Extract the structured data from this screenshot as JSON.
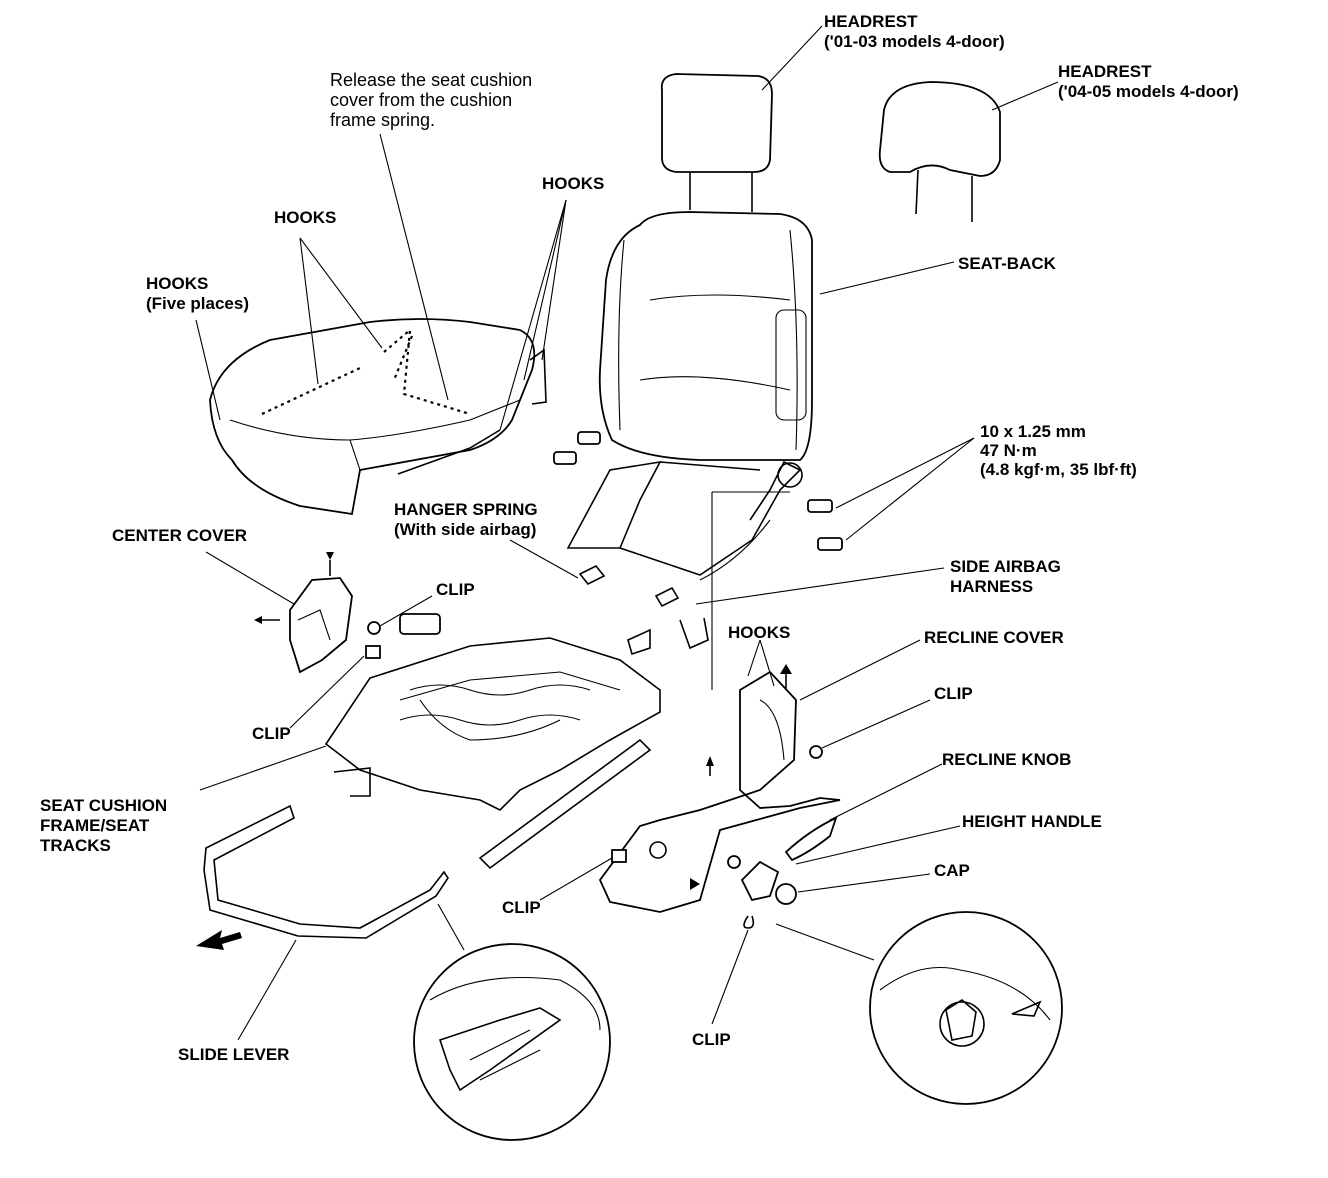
{
  "labels": {
    "headrest_a": "HEADREST",
    "headrest_a_note": "('01-03 models 4-door)",
    "headrest_b": "HEADREST",
    "headrest_b_note": "('04-05 models 4-door)",
    "release_note_1": "Release the seat cushion",
    "release_note_2": "cover from the cushion",
    "release_note_3": "frame spring.",
    "hooks_top": "HOOKS",
    "hooks_mid": "HOOKS",
    "hooks_left": "HOOKS",
    "hooks_left_note": "(Five places)",
    "seat_back": "SEAT-BACK",
    "bolt_spec_1": "10 x 1.25 mm",
    "bolt_spec_2": "47 N·m",
    "bolt_spec_3": "(4.8 kgf·m, 35 lbf·ft)",
    "hanger_spring": "HANGER SPRING",
    "hanger_spring_note": "(With side airbag)",
    "side_airbag_harness_1": "SIDE AIRBAG",
    "side_airbag_harness_2": "HARNESS",
    "center_cover": "CENTER COVER",
    "clip_1": "CLIP",
    "clip_2": "CLIP",
    "clip_3": "CLIP",
    "clip_4": "CLIP",
    "clip_5": "CLIP",
    "hooks_recline": "HOOKS",
    "recline_cover": "RECLINE COVER",
    "recline_knob": "RECLINE KNOB",
    "height_handle": "HEIGHT HANDLE",
    "cap": "CAP",
    "seat_cushion_frame_1": "SEAT CUSHION",
    "seat_cushion_frame_2": "FRAME/SEAT",
    "seat_cushion_frame_3": "TRACKS",
    "slide_lever": "SLIDE LEVER"
  },
  "colors": {
    "ink": "#000000",
    "paper": "#ffffff"
  }
}
